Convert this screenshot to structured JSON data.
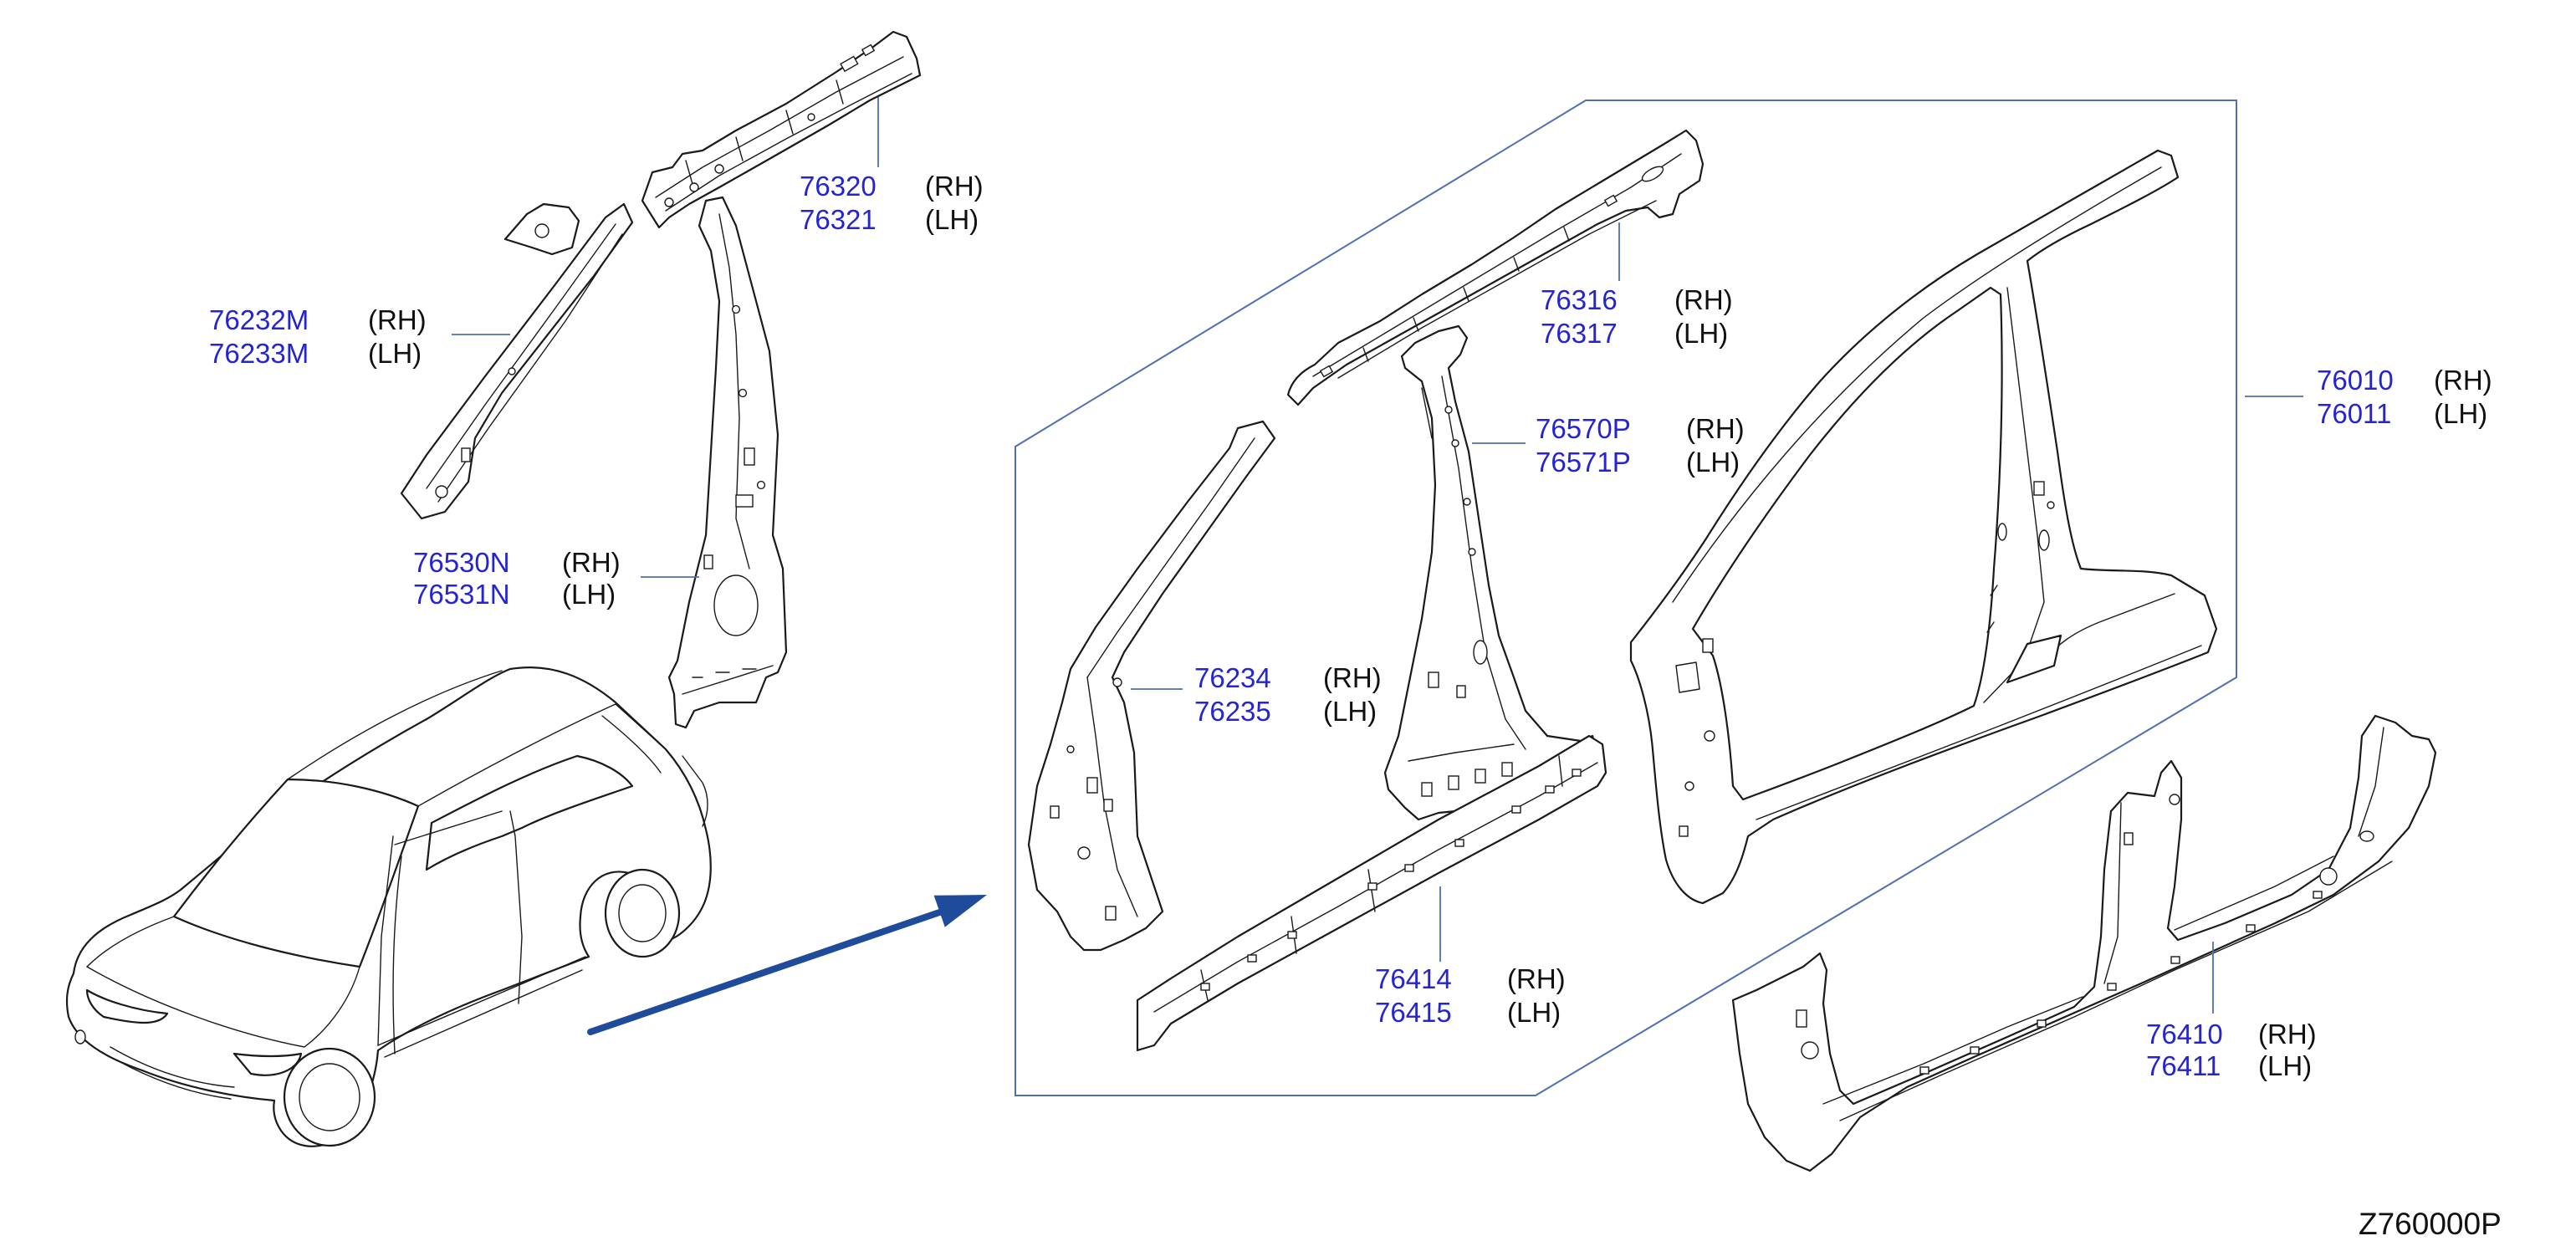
{
  "diagram_code": "Z760000P",
  "colors": {
    "part_number": "#2424d0",
    "side_label": "#111111",
    "leader_line": "#4f6fae",
    "frame": "#4f6fae",
    "arrow": "#1f4c9a",
    "line_art": "#1a1a1a",
    "background": "#ffffff"
  },
  "callouts": [
    {
      "rh_part": "76320",
      "rh_side": "(RH)",
      "lh_part": "76321",
      "lh_side": "(LH)"
    },
    {
      "rh_part": "76232M",
      "rh_side": "(RH)",
      "lh_part": "76233M",
      "lh_side": "(LH)"
    },
    {
      "rh_part": "76530N",
      "rh_side": "(RH)",
      "lh_part": "76531N",
      "lh_side": "(LH)"
    },
    {
      "rh_part": "76316",
      "rh_side": "(RH)",
      "lh_part": "76317",
      "lh_side": "(LH)"
    },
    {
      "rh_part": "76010",
      "rh_side": "(RH)",
      "lh_part": "76011",
      "lh_side": "(LH)"
    },
    {
      "rh_part": "76570P",
      "rh_side": "(RH)",
      "lh_part": "76571P",
      "lh_side": "(LH)"
    },
    {
      "rh_part": "76234",
      "rh_side": "(RH)",
      "lh_part": "76235",
      "lh_side": "(LH)"
    },
    {
      "rh_part": "76414",
      "rh_side": "(RH)",
      "lh_part": "76415",
      "lh_side": "(LH)"
    },
    {
      "rh_part": "76410",
      "rh_side": "(RH)",
      "lh_part": "76411",
      "lh_side": "(LH)"
    }
  ]
}
